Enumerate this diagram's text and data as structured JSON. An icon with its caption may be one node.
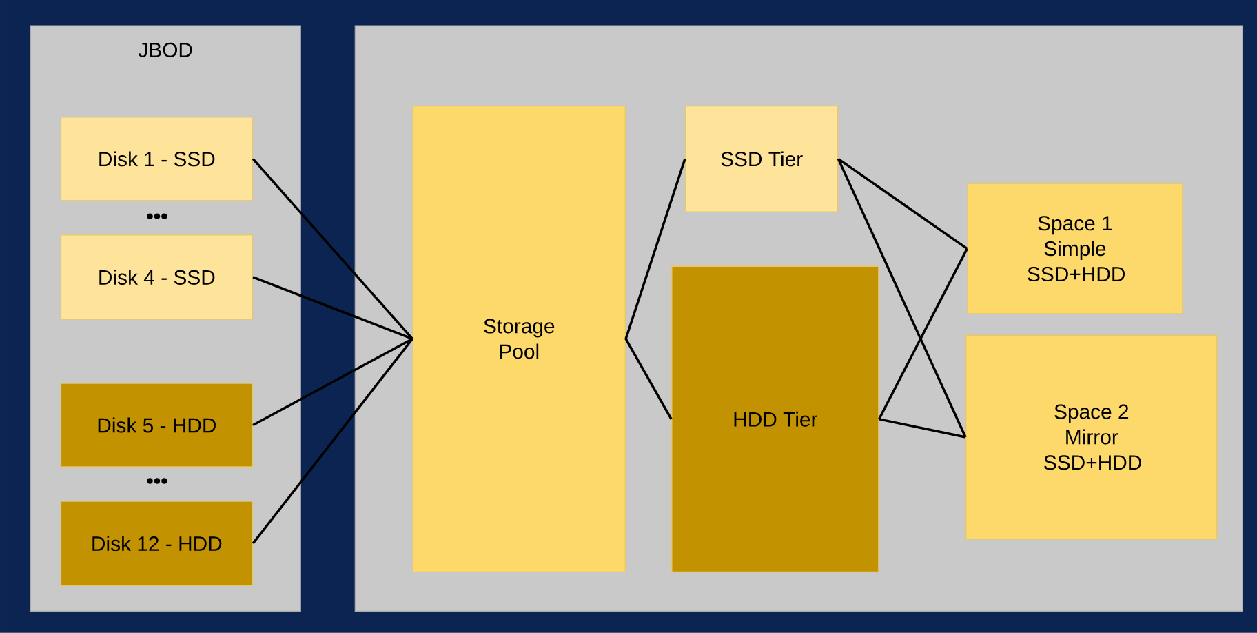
{
  "diagram": {
    "nodes": [
      {
        "text": [
          "JBOD"
        ]
      },
      {
        "text": [
          "Disk 1 - SSD"
        ],
        "in": 0
      },
      {
        "text": [
          "Disk 4 - SSD"
        ],
        "in": 0
      },
      {
        "text": [
          "Disk 5 - HDD"
        ],
        "in": 0
      },
      {
        "text": [
          "Disk 12 - HDD"
        ],
        "in": 0
      },
      {
        "text": [],
        "shape": "box"
      },
      {
        "text": [
          "Storage Pool"
        ],
        "in": 5
      },
      {
        "text": [
          "SSD Tier"
        ],
        "in": 5
      },
      {
        "text": [
          "HDD Tier"
        ],
        "in": 5
      },
      {
        "text": [
          "Space 1 Simple SSD+HDD"
        ],
        "in": 5
      },
      {
        "text": [
          "Space 2 Mirror SSD+HDD"
        ],
        "in": 5
      }
    ],
    "edges": [
      {
        "from": 1,
        "to": 6,
        "arrow": "none"
      },
      {
        "from": 2,
        "to": 6,
        "arrow": "none"
      },
      {
        "from": 3,
        "to": 6,
        "arrow": "none"
      },
      {
        "from": 4,
        "to": 6,
        "arrow": "none"
      },
      {
        "from": 6,
        "to": 7,
        "arrow": "none"
      },
      {
        "from": 6,
        "to": 8,
        "arrow": "none"
      },
      {
        "from": 7,
        "to": 9,
        "arrow": "none"
      },
      {
        "from": 7,
        "to": 10,
        "arrow": "none"
      },
      {
        "from": 8,
        "to": 9,
        "arrow": "none"
      },
      {
        "from": 8,
        "to": 10,
        "arrow": "none"
      }
    ],
    "labels": [
      "•••",
      "•••"
    ]
  }
}
